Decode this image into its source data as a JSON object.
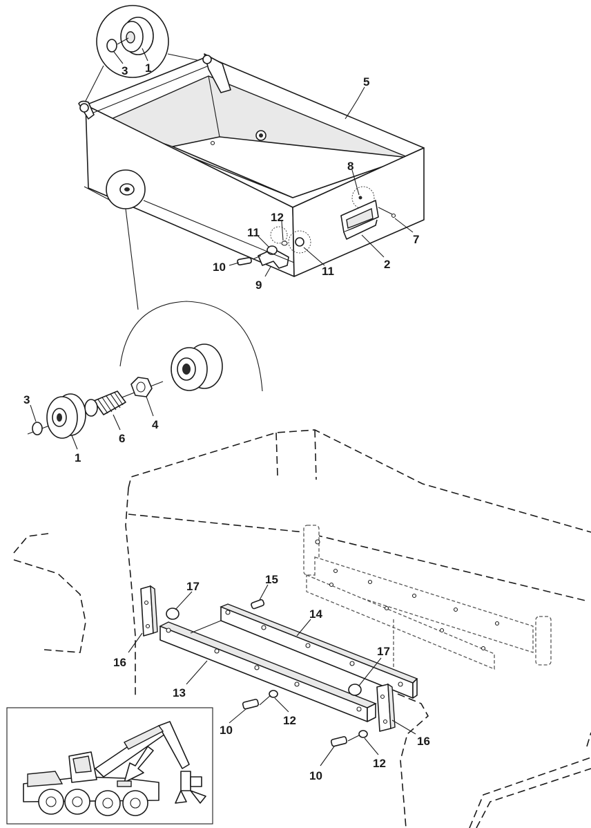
{
  "callouts": {
    "c1a": "1",
    "c3a": "3",
    "c5": "5",
    "c8": "8",
    "c12a": "12",
    "c11a": "11",
    "c7": "7",
    "c2": "2",
    "c10a": "10",
    "c11b": "11",
    "c9": "9",
    "c3b": "3",
    "c1b": "1",
    "c6": "6",
    "c4": "4",
    "c15": "15",
    "c17a": "17",
    "c14": "14",
    "c16a": "16",
    "c17b": "17",
    "c13": "13",
    "c10b": "10",
    "c12b": "12",
    "c16b": "16",
    "c12c": "12",
    "c10c": "10"
  },
  "colors": {
    "line": "#1a1a1a",
    "ghost": "#555555",
    "background": "#ffffff"
  }
}
